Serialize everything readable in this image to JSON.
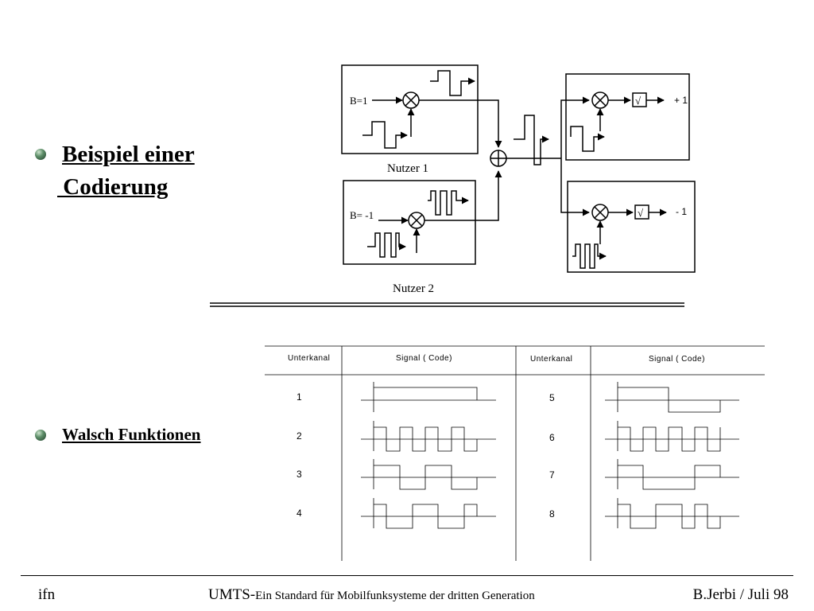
{
  "bullets": {
    "heading_line1": "Beispiel einer",
    "heading_line2": " Codierung",
    "walsh": "Walsch Funktionen"
  },
  "diagram": {
    "user1_input": "B=1",
    "user2_input": "B= -1",
    "user1_label": "Nutzer 1",
    "user2_label": "Nutzer 2",
    "receiver1_output": "+ 1",
    "receiver2_output": "- 1",
    "integrator_symbol": "√"
  },
  "walsh_table": {
    "header_left_channel": "Unterkanal",
    "header_left_signal": "Signal  ( Code)",
    "header_right_channel": "Unterkanal",
    "header_right_signal": "Signal  ( Code)",
    "left_rows": [
      "1",
      "2",
      "3",
      "4"
    ],
    "right_rows": [
      "5",
      "6",
      "7",
      "8"
    ]
  },
  "footer": {
    "left": "ifn",
    "center_main": "UMTS-",
    "center_small": "Ein Standard für Mobilfunksysteme der dritten Generation",
    "right": "B.Jerbi / Juli 98"
  }
}
